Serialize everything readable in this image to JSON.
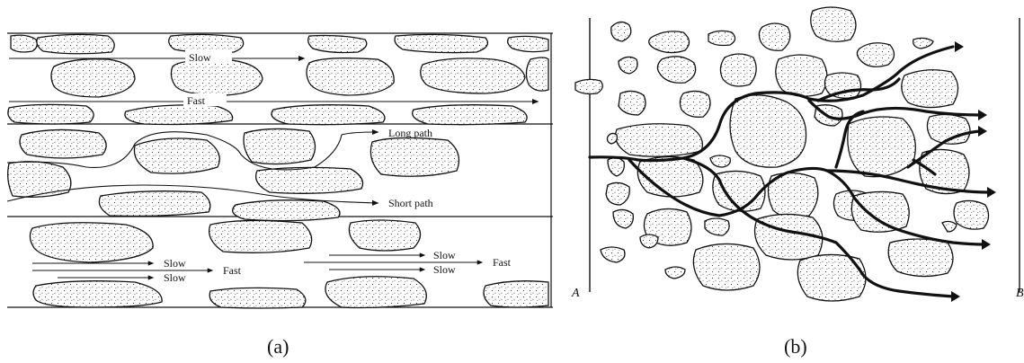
{
  "panel_a": {
    "caption": "(a)",
    "labels": {
      "slow_top": "Slow",
      "fast_top": "Fast",
      "long_path": "Long path",
      "short_path": "Short path",
      "slow_l1": "Slow",
      "fast_l": "Fast",
      "slow_l2": "Slow",
      "slow_r1": "Slow",
      "fast_r": "Fast",
      "slow_r2": "Slow"
    }
  },
  "panel_b": {
    "caption": "(b)",
    "label_left": "A",
    "label_right": "B"
  }
}
